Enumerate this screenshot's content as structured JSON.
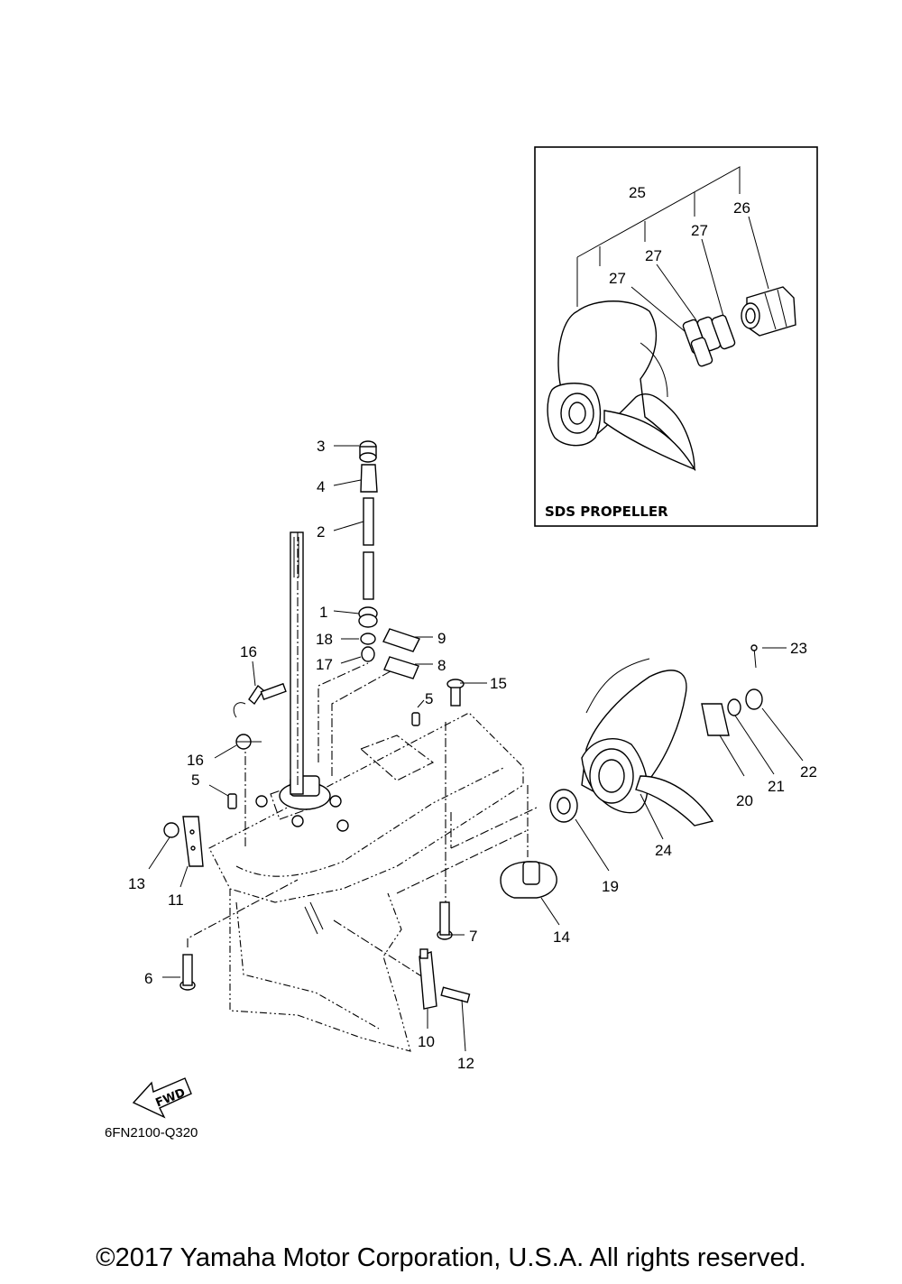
{
  "inset": {
    "title": "SDS PROPELLER"
  },
  "callouts": {
    "c1": "1",
    "c2": "2",
    "c3": "3",
    "c4": "4",
    "c5a": "5",
    "c5b": "5",
    "c6": "6",
    "c7": "7",
    "c8": "8",
    "c9": "9",
    "c10": "10",
    "c11": "11",
    "c12": "12",
    "c13": "13",
    "c14": "14",
    "c15": "15",
    "c16a": "16",
    "c16b": "16",
    "c17": "17",
    "c18": "18",
    "c19": "19",
    "c20": "20",
    "c21": "21",
    "c22": "22",
    "c23": "23",
    "c24": "24",
    "c25": "25",
    "c26": "26",
    "c27a": "27",
    "c27b": "27",
    "c27c": "27"
  },
  "fwd_label": "FWD",
  "reference_code": "6FN2100-Q320",
  "copyright": "©2017 Yamaha Motor Corporation, U.S.A. All rights reserved."
}
